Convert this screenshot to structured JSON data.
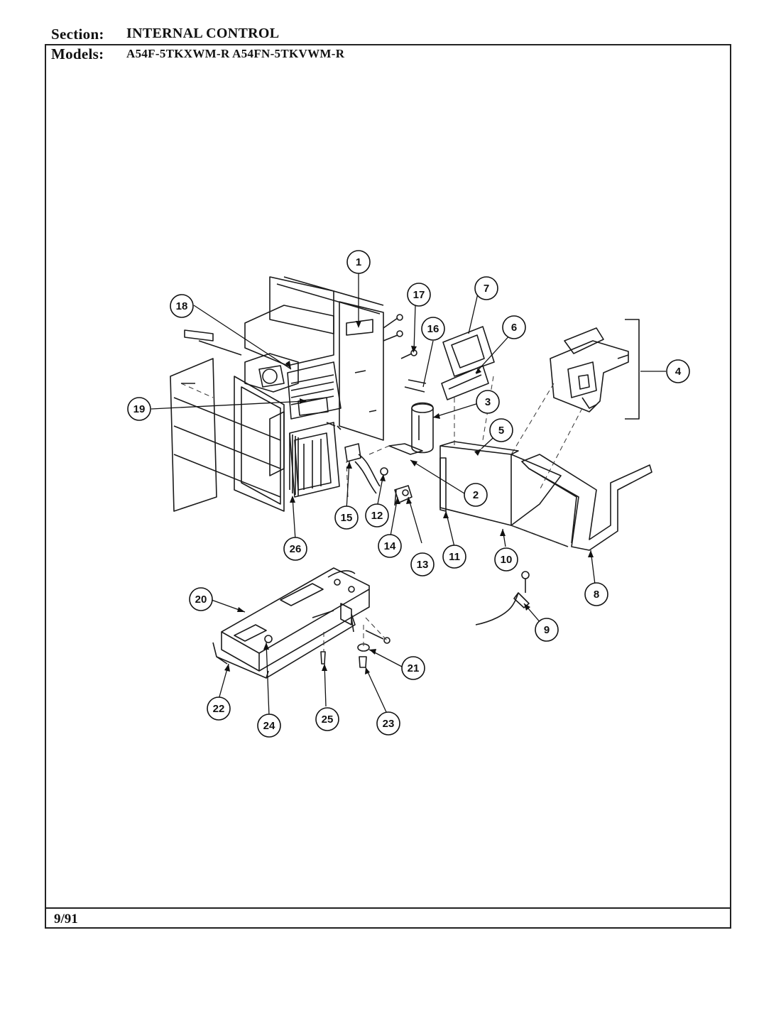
{
  "header": {
    "section_label": "Section:",
    "section_value": "INTERNAL CONTROL",
    "models_label": "Models:",
    "models_value": "A54F-5TKXWM-R  A54FN-5TKVWM-R"
  },
  "footer": {
    "date": "9/91"
  },
  "callouts": [
    "1",
    "2",
    "3",
    "4",
    "5",
    "6",
    "7",
    "8",
    "9",
    "10",
    "11",
    "12",
    "13",
    "14",
    "15",
    "16",
    "17",
    "18",
    "19",
    "20",
    "21",
    "22",
    "23",
    "24",
    "25",
    "26"
  ]
}
